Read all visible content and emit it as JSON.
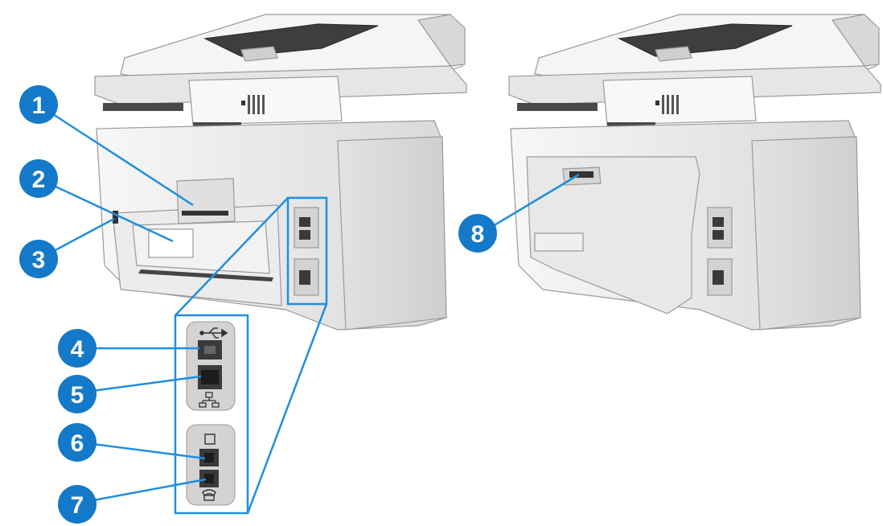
{
  "callouts": [
    {
      "number": "1"
    },
    {
      "number": "2"
    },
    {
      "number": "3"
    },
    {
      "number": "4"
    },
    {
      "number": "5"
    },
    {
      "number": "6"
    },
    {
      "number": "7"
    },
    {
      "number": "8"
    }
  ],
  "colors": {
    "callout_fill": "#1479c8",
    "leader_line": "#1f8fe0",
    "printer_body": "#efefef",
    "printer_outline": "#9a9a9a",
    "port_panel": "#d3d3d3",
    "port_dark": "#3a3a3a"
  },
  "icons": [
    "usb-icon",
    "network-icon",
    "fax-line-icon",
    "telephone-icon"
  ]
}
